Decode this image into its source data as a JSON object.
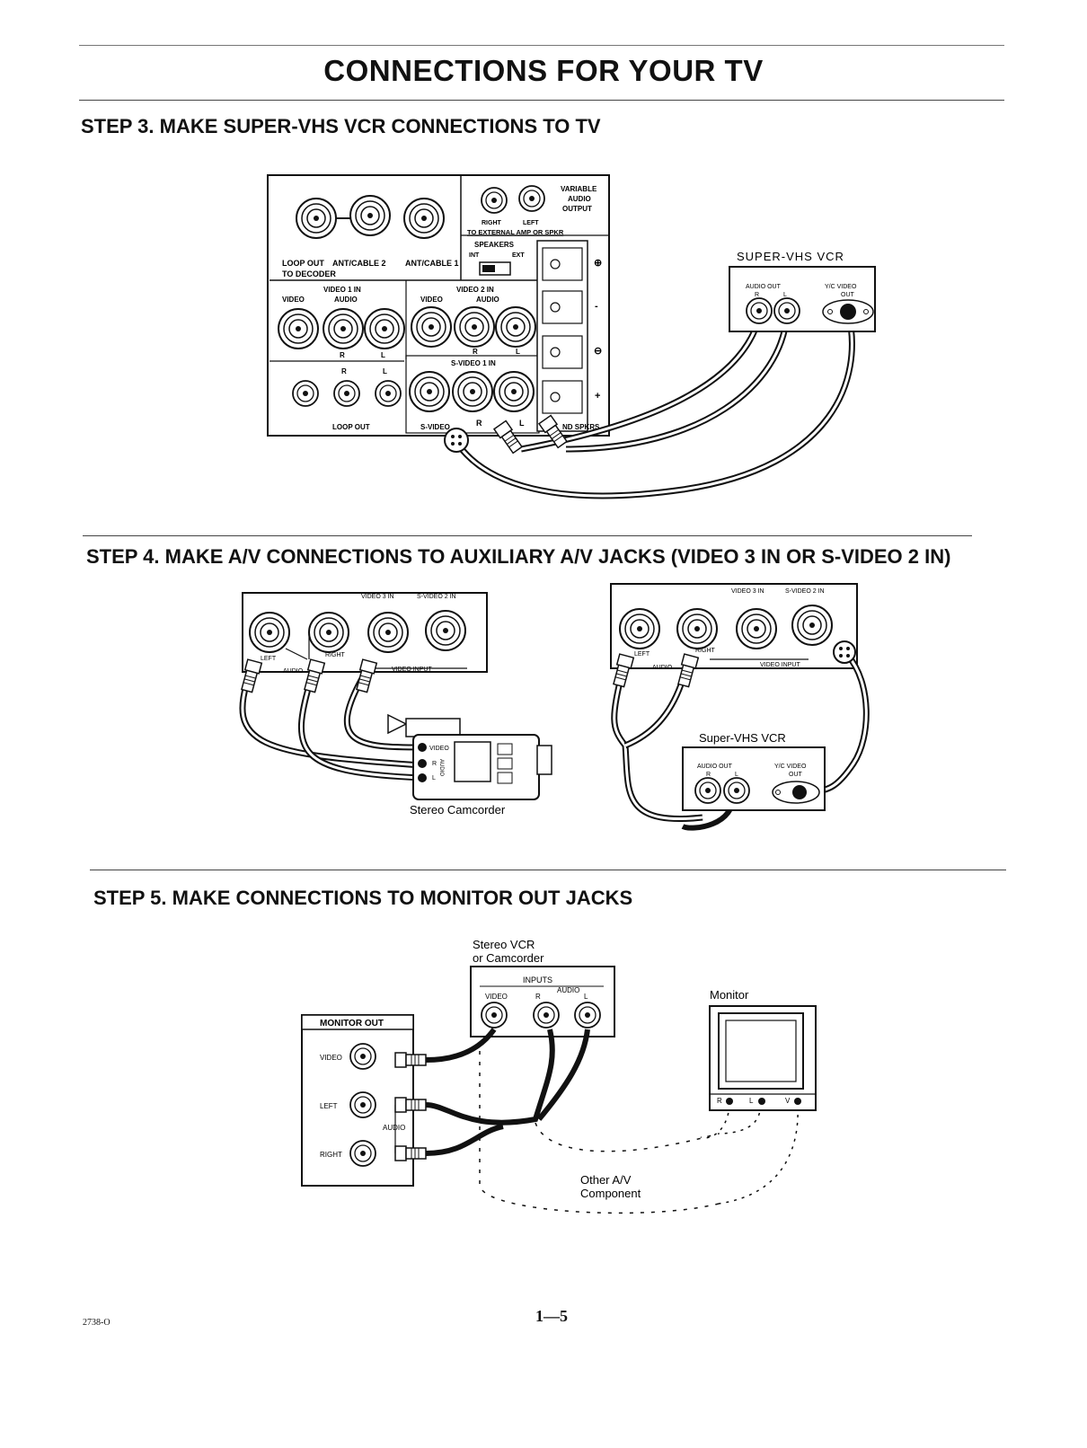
{
  "page": {
    "title": "CONNECTIONS FOR YOUR TV",
    "page_number": "1—5",
    "doc_code": "2738-O"
  },
  "step3": {
    "heading": "STEP 3. MAKE SUPER-VHS VCR CONNECTIONS TO TV",
    "labels": {
      "variable": "VARIABLE",
      "audio": "AUDIO",
      "output": "OUTPUT",
      "right": "RIGHT",
      "left": "LEFT",
      "to_external": "TO EXTERNAL AMP OR SPKR",
      "speakers": "SPEAKERS",
      "int": "INT",
      "ext": "EXT",
      "loop_out": "LOOP OUT",
      "ant_cable_2": "ANT/CABLE 2",
      "ant_cable_1": "ANT/CABLE 1",
      "to_decoder": "TO DECODER",
      "video1_in": "VIDEO 1 IN",
      "video2_in": "VIDEO 2 IN",
      "video": "VIDEO",
      "audio_l": "AUDIO",
      "r": "R",
      "l": "L",
      "svideo1_in": "S-VIDEO 1 IN",
      "loop_out2": "LOOP OUT",
      "svideo": "S-VIDEO",
      "nd_spkrs": "ND SPKRS"
    },
    "vcr": {
      "name": "SUPER-VHS VCR",
      "audio_out": "AUDIO OUT",
      "r": "R",
      "l": "L",
      "yc_video": "Y/C VIDEO",
      "out": "OUT"
    }
  },
  "step4": {
    "heading": "STEP 4. MAKE A/V CONNECTIONS TO AUXILIARY A/V JACKS (VIDEO 3 IN OR S-VIDEO 2 IN)",
    "panel": {
      "video3_in": "VIDEO 3 IN",
      "svideo2_in": "S-VIDEO 2 IN",
      "left": "LEFT",
      "right": "RIGHT",
      "audio": "AUDIO",
      "video_input": "VIDEO INPUT"
    },
    "camcorder": {
      "name": "Stereo Camcorder",
      "video": "VIDEO",
      "r": "R",
      "l": "L",
      "audio": "AUDIO"
    },
    "vcr": {
      "name": "Super-VHS VCR",
      "audio_out": "AUDIO OUT",
      "r": "R",
      "l": "L",
      "yc_video": "Y/C VIDEO",
      "out": "OUT"
    }
  },
  "step5": {
    "heading": "STEP 5. MAKE CONNECTIONS TO MONITOR OUT JACKS",
    "vcr": {
      "name_line1": "Stereo VCR",
      "name_line2": "or Camcorder",
      "inputs": "INPUTS",
      "video": "VIDEO",
      "r": "R",
      "audio": "AUDIO",
      "l": "L"
    },
    "monitor_out": {
      "title": "MONITOR OUT",
      "video": "VIDEO",
      "left": "LEFT",
      "audio": "AUDIO",
      "right": "RIGHT"
    },
    "monitor": {
      "name": "Monitor",
      "r": "R",
      "l": "L",
      "v": "V"
    },
    "other": {
      "line1": "Other A/V",
      "line2": "Component"
    }
  }
}
